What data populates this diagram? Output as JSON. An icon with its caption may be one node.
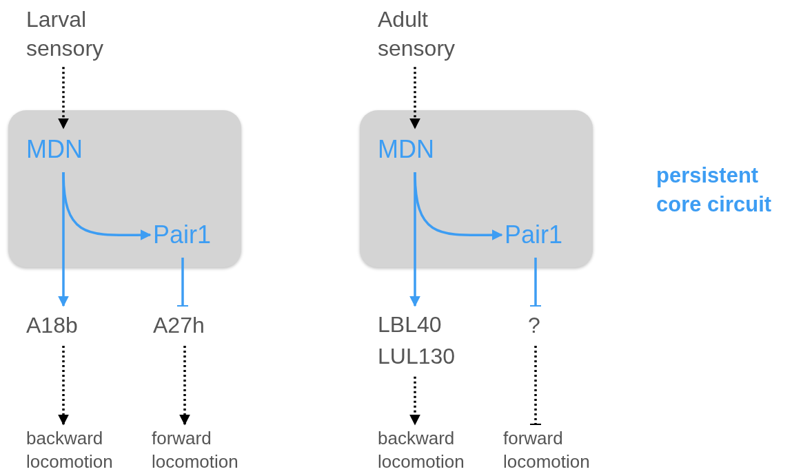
{
  "diagram": {
    "nodes": [
      {
        "text": [
          "Larval sensory"
        ]
      },
      {
        "text": [],
        "shape": "box"
      },
      {
        "text": [
          "MDN"
        ],
        "in": 1
      },
      {
        "text": [
          "Pair1"
        ],
        "in": 1
      },
      {
        "text": [
          "A18b"
        ]
      },
      {
        "text": [
          "A27h"
        ]
      },
      {
        "text": [
          "backward locomotion"
        ]
      },
      {
        "text": [
          "forward locomotion"
        ]
      },
      {
        "text": [
          "Adult sensory"
        ]
      },
      {
        "text": [],
        "shape": "box"
      },
      {
        "text": [
          "MDN"
        ],
        "in": 9
      },
      {
        "text": [
          "Pair1"
        ],
        "in": 9
      },
      {
        "text": [
          "LBL40 LUL130"
        ]
      },
      {
        "text": [
          "?"
        ]
      },
      {
        "text": [
          "backward locomotion"
        ]
      },
      {
        "text": [
          "forward locomotion"
        ]
      }
    ],
    "edges": [
      {
        "from": 0,
        "to": 2,
        "arrow": "to",
        "style": "dashed",
        "color": "#000000"
      },
      {
        "from": 2,
        "to": 3,
        "arrow": "to",
        "color": "#3d9df3"
      },
      {
        "from": 2,
        "to": 4,
        "arrow": "to",
        "color": "#3d9df3"
      },
      {
        "from": 3,
        "to": 5,
        "arrow": "other",
        "color": "#3d9df3"
      },
      {
        "from": 4,
        "to": 6,
        "arrow": "to",
        "style": "dashed",
        "color": "#000000"
      },
      {
        "from": 5,
        "to": 7,
        "arrow": "to",
        "style": "dashed",
        "color": "#000000"
      },
      {
        "from": 8,
        "to": 10,
        "arrow": "to",
        "style": "dashed",
        "color": "#000000"
      },
      {
        "from": 10,
        "to": 11,
        "arrow": "to",
        "color": "#3d9df3"
      },
      {
        "from": 10,
        "to": 12,
        "arrow": "to",
        "color": "#3d9df3"
      },
      {
        "from": 11,
        "to": 13,
        "arrow": "other",
        "color": "#3d9df3"
      },
      {
        "from": 12,
        "to": 14,
        "arrow": "to",
        "style": "dashed",
        "color": "#000000"
      },
      {
        "from": 13,
        "to": 15,
        "arrow": "other",
        "style": "dashed",
        "color": "#000000"
      }
    ],
    "labels": [
      "persistent core circuit"
    ]
  }
}
